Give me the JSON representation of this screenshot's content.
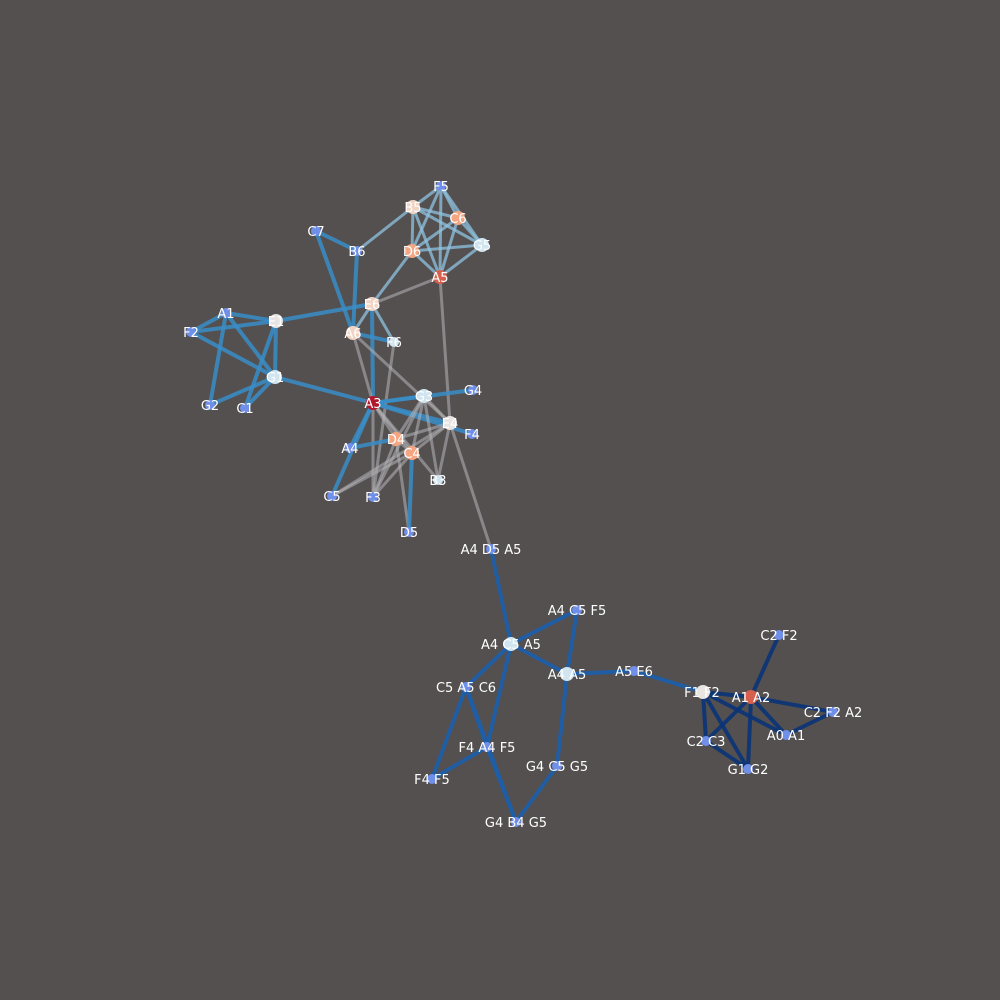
{
  "colors": {
    "background": "#545050",
    "label": "#ffffff",
    "edge_gray": "#b4b4b8",
    "edge_light_blue": "#8ec3e0",
    "edge_blue": "#3a8dc8",
    "edge_dark_blue": "#1f5ea8",
    "edge_navy": "#0d3575",
    "node_dark_red": "#b2182b",
    "node_red": "#d6604d",
    "node_salmon": "#f4a582",
    "node_peach": "#f2d4c4",
    "node_pale": "#e8e4e2",
    "node_pale_blue": "#d1e5f0",
    "node_blue": "#6f8fe8"
  },
  "nodes": [
    {
      "id": "F5",
      "label": "F5",
      "color": "node_blue"
    },
    {
      "id": "B5",
      "label": "B5",
      "color": "node_peach"
    },
    {
      "id": "C6",
      "label": "C6",
      "color": "node_salmon"
    },
    {
      "id": "G5",
      "label": "G5",
      "color": "node_pale_blue"
    },
    {
      "id": "D6",
      "label": "D6",
      "color": "node_salmon"
    },
    {
      "id": "A5",
      "label": "A5",
      "color": "node_red"
    },
    {
      "id": "C7",
      "label": "C7",
      "color": "node_blue"
    },
    {
      "id": "B6",
      "label": "B6",
      "color": "node_blue"
    },
    {
      "id": "E6",
      "label": "E6",
      "color": "node_peach"
    },
    {
      "id": "A1",
      "label": "A1",
      "color": "node_blue"
    },
    {
      "id": "E1",
      "label": "E1",
      "color": "node_pale"
    },
    {
      "id": "F2",
      "label": "F2",
      "color": "node_blue"
    },
    {
      "id": "A6",
      "label": "A6",
      "color": "node_peach"
    },
    {
      "id": "F6",
      "label": "F6",
      "color": "node_pale_blue"
    },
    {
      "id": "G1",
      "label": "G1",
      "color": "node_pale_blue"
    },
    {
      "id": "G2",
      "label": "G2",
      "color": "node_blue"
    },
    {
      "id": "C1",
      "label": "C1",
      "color": "node_blue"
    },
    {
      "id": "A3",
      "label": "A3",
      "color": "node_dark_red"
    },
    {
      "id": "G3",
      "label": "G3",
      "color": "node_pale_blue"
    },
    {
      "id": "G4",
      "label": "G4",
      "color": "node_blue"
    },
    {
      "id": "E4",
      "label": "E4",
      "color": "node_pale"
    },
    {
      "id": "F4",
      "label": "F4",
      "color": "node_blue"
    },
    {
      "id": "D4",
      "label": "D4",
      "color": "node_salmon"
    },
    {
      "id": "A4",
      "label": "A4",
      "color": "node_blue"
    },
    {
      "id": "C4",
      "label": "C4",
      "color": "node_salmon"
    },
    {
      "id": "B3",
      "label": "B3",
      "color": "node_pale_blue"
    },
    {
      "id": "C5",
      "label": "C5",
      "color": "node_blue"
    },
    {
      "id": "F3",
      "label": "F3",
      "color": "node_blue"
    },
    {
      "id": "D5",
      "label": "D5",
      "color": "node_blue"
    },
    {
      "id": "A4D5A5",
      "label": "A4 D5 A5",
      "color": "node_blue"
    },
    {
      "id": "A4C5F5",
      "label": "A4 C5 F5",
      "color": "node_blue"
    },
    {
      "id": "A4C5A5",
      "label": "A4 C5 A5",
      "color": "node_pale_blue"
    },
    {
      "id": "A4A5",
      "label": "A4 A5",
      "color": "node_pale_blue"
    },
    {
      "id": "A5E6",
      "label": "A5 E6",
      "color": "node_blue"
    },
    {
      "id": "C5A5C6",
      "label": "C5 A5 C6",
      "color": "node_blue"
    },
    {
      "id": "F4A4F5",
      "label": "F4 A4 F5",
      "color": "node_blue"
    },
    {
      "id": "F4F5",
      "label": "F4 F5",
      "color": "node_blue"
    },
    {
      "id": "G4C5G5",
      "label": "G4 C5 G5",
      "color": "node_blue"
    },
    {
      "id": "G4B4G5",
      "label": "G4 B4 G5",
      "color": "node_blue"
    },
    {
      "id": "F1F2",
      "label": "F1 F2",
      "color": "node_pale"
    },
    {
      "id": "A1A2",
      "label": "A1 A2",
      "color": "node_red"
    },
    {
      "id": "C2F2",
      "label": "C2 F2",
      "color": "node_blue"
    },
    {
      "id": "C2F2A2",
      "label": "C2 F2 A2",
      "color": "node_blue"
    },
    {
      "id": "C2C3",
      "label": "C2 C3",
      "color": "node_blue"
    },
    {
      "id": "A0A1",
      "label": "A0 A1",
      "color": "node_blue"
    },
    {
      "id": "G1G2",
      "label": "G1 G2",
      "color": "node_blue"
    }
  ],
  "edges": [
    {
      "source": "F5",
      "target": "B5",
      "color": "edge_light_blue"
    },
    {
      "source": "F5",
      "target": "C6",
      "color": "edge_light_blue"
    },
    {
      "source": "F5",
      "target": "D6",
      "color": "edge_light_blue"
    },
    {
      "source": "F5",
      "target": "A5",
      "color": "edge_light_blue"
    },
    {
      "source": "F5",
      "target": "G5",
      "color": "edge_light_blue"
    },
    {
      "source": "B5",
      "target": "C6",
      "color": "edge_light_blue"
    },
    {
      "source": "B5",
      "target": "G5",
      "color": "edge_light_blue"
    },
    {
      "source": "B5",
      "target": "D6",
      "color": "edge_light_blue"
    },
    {
      "source": "B5",
      "target": "A5",
      "color": "edge_light_blue"
    },
    {
      "source": "B5",
      "target": "B6",
      "color": "edge_light_blue"
    },
    {
      "source": "C6",
      "target": "G5",
      "color": "edge_light_blue"
    },
    {
      "source": "C6",
      "target": "D6",
      "color": "edge_light_blue"
    },
    {
      "source": "C6",
      "target": "A5",
      "color": "edge_light_blue"
    },
    {
      "source": "G5",
      "target": "D6",
      "color": "edge_light_blue"
    },
    {
      "source": "G5",
      "target": "A5",
      "color": "edge_light_blue"
    },
    {
      "source": "D6",
      "target": "A5",
      "color": "edge_light_blue"
    },
    {
      "source": "D6",
      "target": "E6",
      "color": "edge_light_blue"
    },
    {
      "source": "A5",
      "target": "E6",
      "color": "edge_gray"
    },
    {
      "source": "A5",
      "target": "E4",
      "color": "edge_gray"
    },
    {
      "source": "C7",
      "target": "B6",
      "color": "edge_blue"
    },
    {
      "source": "C7",
      "target": "A6",
      "color": "edge_blue"
    },
    {
      "source": "B6",
      "target": "A6",
      "color": "edge_blue"
    },
    {
      "source": "E6",
      "target": "E1",
      "color": "edge_blue"
    },
    {
      "source": "E6",
      "target": "A6",
      "color": "edge_light_blue"
    },
    {
      "source": "E6",
      "target": "F6",
      "color": "edge_light_blue"
    },
    {
      "source": "E6",
      "target": "A3",
      "color": "edge_blue"
    },
    {
      "source": "A6",
      "target": "F6",
      "color": "edge_blue"
    },
    {
      "source": "A6",
      "target": "A3",
      "color": "edge_gray"
    },
    {
      "source": "A6",
      "target": "E4",
      "color": "edge_gray"
    },
    {
      "source": "F6",
      "target": "F3",
      "color": "edge_gray"
    },
    {
      "source": "A1",
      "target": "E1",
      "color": "edge_blue"
    },
    {
      "source": "A1",
      "target": "F2",
      "color": "edge_blue"
    },
    {
      "source": "A1",
      "target": "G2",
      "color": "edge_blue"
    },
    {
      "source": "A1",
      "target": "G1",
      "color": "edge_blue"
    },
    {
      "source": "E1",
      "target": "F2",
      "color": "edge_blue"
    },
    {
      "source": "E1",
      "target": "G1",
      "color": "edge_blue"
    },
    {
      "source": "E1",
      "target": "C1",
      "color": "edge_blue"
    },
    {
      "source": "F2",
      "target": "G1",
      "color": "edge_blue"
    },
    {
      "source": "G2",
      "target": "G1",
      "color": "edge_blue"
    },
    {
      "source": "C1",
      "target": "G1",
      "color": "edge_blue"
    },
    {
      "source": "G1",
      "target": "A3",
      "color": "edge_blue"
    },
    {
      "source": "A3",
      "target": "G3",
      "color": "edge_blue"
    },
    {
      "source": "A3",
      "target": "G4",
      "color": "edge_blue"
    },
    {
      "source": "A3",
      "target": "E4",
      "color": "edge_blue"
    },
    {
      "source": "A3",
      "target": "F4",
      "color": "edge_blue"
    },
    {
      "source": "A3",
      "target": "A4",
      "color": "edge_blue"
    },
    {
      "source": "A3",
      "target": "C5",
      "color": "edge_blue"
    },
    {
      "source": "A3",
      "target": "D4",
      "color": "edge_gray"
    },
    {
      "source": "A3",
      "target": "C4",
      "color": "edge_gray"
    },
    {
      "source": "A3",
      "target": "B3",
      "color": "edge_gray"
    },
    {
      "source": "A3",
      "target": "F3",
      "color": "edge_gray"
    },
    {
      "source": "G3",
      "target": "E4",
      "color": "edge_gray"
    },
    {
      "source": "G3",
      "target": "D4",
      "color": "edge_gray"
    },
    {
      "source": "G3",
      "target": "C4",
      "color": "edge_gray"
    },
    {
      "source": "G3",
      "target": "B3",
      "color": "edge_gray"
    },
    {
      "source": "G3",
      "target": "F3",
      "color": "edge_gray"
    },
    {
      "source": "E4",
      "target": "D4",
      "color": "edge_gray"
    },
    {
      "source": "E4",
      "target": "C4",
      "color": "edge_gray"
    },
    {
      "source": "E4",
      "target": "B3",
      "color": "edge_gray"
    },
    {
      "source": "E4",
      "target": "C5",
      "color": "edge_gray"
    },
    {
      "source": "E4",
      "target": "A4D5A5",
      "color": "edge_gray"
    },
    {
      "source": "D4",
      "target": "C4",
      "color": "edge_gray"
    },
    {
      "source": "D4",
      "target": "D5",
      "color": "edge_gray"
    },
    {
      "source": "D4",
      "target": "F3",
      "color": "edge_gray"
    },
    {
      "source": "A4",
      "target": "D4",
      "color": "edge_blue"
    },
    {
      "source": "C4",
      "target": "D5",
      "color": "edge_blue"
    },
    {
      "source": "C4",
      "target": "C5",
      "color": "edge_gray"
    },
    {
      "source": "C4",
      "target": "F3",
      "color": "edge_gray"
    },
    {
      "source": "A4D5A5",
      "target": "A4C5A5",
      "color": "edge_dark_blue"
    },
    {
      "source": "A4C5A5",
      "target": "A4C5F5",
      "color": "edge_dark_blue"
    },
    {
      "source": "A4C5A5",
      "target": "A4A5",
      "color": "edge_dark_blue"
    },
    {
      "source": "A4C5A5",
      "target": "C5A5C6",
      "color": "edge_dark_blue"
    },
    {
      "source": "A4C5A5",
      "target": "F4A4F5",
      "color": "edge_dark_blue"
    },
    {
      "source": "A4C5F5",
      "target": "A4A5",
      "color": "edge_dark_blue"
    },
    {
      "source": "A4A5",
      "target": "G4C5G5",
      "color": "edge_dark_blue"
    },
    {
      "source": "A4A5",
      "target": "A5E6",
      "color": "edge_dark_blue"
    },
    {
      "source": "A5E6",
      "target": "F1F2",
      "color": "edge_dark_blue"
    },
    {
      "source": "C5A5C6",
      "target": "F4A4F5",
      "color": "edge_dark_blue"
    },
    {
      "source": "C5A5C6",
      "target": "F4F5",
      "color": "edge_dark_blue"
    },
    {
      "source": "C5A5C6",
      "target": "G4B4G5",
      "color": "edge_dark_blue"
    },
    {
      "source": "F4A4F5",
      "target": "F4F5",
      "color": "edge_dark_blue"
    },
    {
      "source": "F4A4F5",
      "target": "G4B4G5",
      "color": "edge_dark_blue"
    },
    {
      "source": "G4B4G5",
      "target": "G4C5G5",
      "color": "edge_dark_blue"
    },
    {
      "source": "F1F2",
      "target": "A1A2",
      "color": "edge_navy"
    },
    {
      "source": "F1F2",
      "target": "C2C3",
      "color": "edge_navy"
    },
    {
      "source": "F1F2",
      "target": "G1G2",
      "color": "edge_navy"
    },
    {
      "source": "F1F2",
      "target": "A0A1",
      "color": "edge_navy"
    },
    {
      "source": "A1A2",
      "target": "C2F2",
      "color": "edge_navy"
    },
    {
      "source": "A1A2",
      "target": "C2F2A2",
      "color": "edge_navy"
    },
    {
      "source": "A1A2",
      "target": "C2C3",
      "color": "edge_navy"
    },
    {
      "source": "A1A2",
      "target": "G1G2",
      "color": "edge_navy"
    },
    {
      "source": "A1A2",
      "target": "A0A1",
      "color": "edge_navy"
    },
    {
      "source": "C2F2A2",
      "target": "A0A1",
      "color": "edge_navy"
    },
    {
      "source": "C2C3",
      "target": "G1G2",
      "color": "edge_navy"
    }
  ]
}
